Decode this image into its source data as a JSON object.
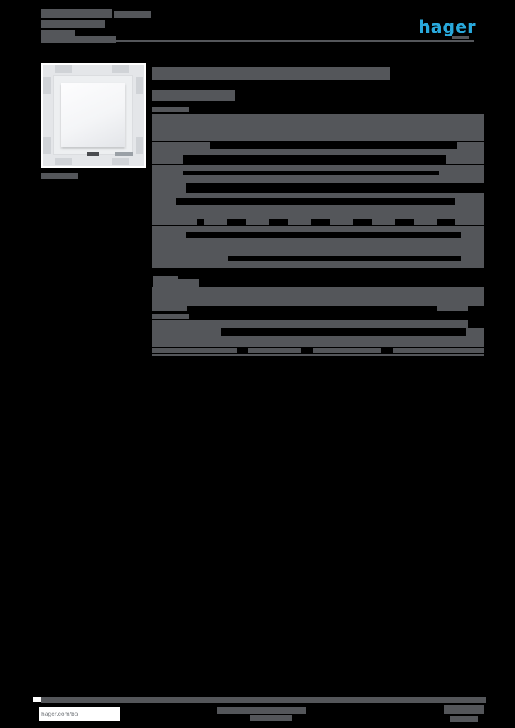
{
  "colors": {
    "background": "#000000",
    "ink": "#54565a",
    "white": "#ffffff",
    "logo_blue": "#29a9dc",
    "link_text_gray": "#7d8185"
  },
  "header": {
    "logo_text": "hager",
    "bars": [
      [
        57,
        13,
        100,
        13
      ],
      [
        160,
        16,
        52,
        10
      ],
      [
        57,
        28,
        90,
        12
      ],
      [
        57,
        42,
        48,
        8
      ],
      [
        57,
        50,
        106,
        10
      ],
      [
        155,
        56,
        512,
        2.5
      ],
      [
        636,
        50,
        24,
        5
      ]
    ]
  },
  "product": {
    "photo_alt": "white-rocker-light-switch-with-mounting-claws",
    "bars": [
      [
        57,
        243,
        52,
        9
      ]
    ]
  },
  "content": {
    "bars": [
      [
        213,
        94,
        335,
        18
      ],
      [
        213,
        127,
        118,
        15
      ],
      [
        213,
        151,
        52,
        7
      ],
      [
        213,
        160,
        468,
        39
      ],
      [
        213,
        200,
        82,
        9
      ],
      [
        643,
        200,
        38,
        9
      ],
      [
        213,
        210,
        468,
        8
      ],
      [
        213,
        218,
        44,
        13
      ],
      [
        627,
        218,
        54,
        13
      ],
      [
        213,
        232,
        468,
        8
      ],
      [
        213,
        240,
        44,
        6
      ],
      [
        617,
        240,
        64,
        6
      ],
      [
        213,
        246,
        468,
        12
      ],
      [
        213,
        258,
        49,
        13
      ],
      [
        213,
        272,
        468,
        6
      ],
      [
        213,
        278,
        35,
        10
      ],
      [
        640,
        278,
        41,
        10
      ],
      [
        213,
        288,
        468,
        20
      ],
      [
        213,
        308,
        64,
        9
      ],
      [
        287,
        308,
        32,
        9
      ],
      [
        346,
        308,
        32,
        9
      ],
      [
        405,
        308,
        32,
        9
      ],
      [
        464,
        308,
        32,
        9
      ],
      [
        523,
        308,
        32,
        9
      ],
      [
        582,
        308,
        32,
        9
      ],
      [
        640,
        308,
        41,
        9
      ],
      [
        213,
        318,
        468,
        9
      ],
      [
        213,
        327,
        49,
        8
      ],
      [
        648,
        327,
        33,
        8
      ],
      [
        213,
        335,
        468,
        25
      ],
      [
        213,
        360,
        107,
        7
      ],
      [
        648,
        360,
        33,
        7
      ],
      [
        213,
        367,
        468,
        10
      ],
      [
        215,
        388,
        35,
        5
      ],
      [
        215,
        393,
        65,
        10
      ],
      [
        213,
        404,
        468,
        27
      ],
      [
        213,
        431,
        50,
        6
      ],
      [
        615,
        431,
        43,
        6
      ],
      [
        213,
        441,
        52,
        8
      ],
      [
        213,
        450,
        445,
        12
      ],
      [
        213,
        462,
        97,
        10
      ],
      [
        655,
        462,
        26,
        10
      ],
      [
        213,
        472,
        468,
        16
      ],
      [
        213,
        489,
        120,
        7
      ],
      [
        348,
        489,
        75,
        7
      ],
      [
        440,
        489,
        95,
        7
      ],
      [
        552,
        489,
        129,
        7
      ],
      [
        213,
        498,
        468,
        2.5
      ]
    ]
  },
  "footer": {
    "link_text": "hager.com/ba",
    "bars": [
      [
        46,
        980,
        21,
        8,
        "white"
      ],
      [
        57,
        981,
        626,
        8
      ],
      [
        305,
        995,
        125,
        9
      ],
      [
        352,
        1006,
        58,
        8
      ],
      [
        624,
        992,
        56,
        13
      ],
      [
        633,
        1007,
        39,
        8
      ]
    ]
  }
}
